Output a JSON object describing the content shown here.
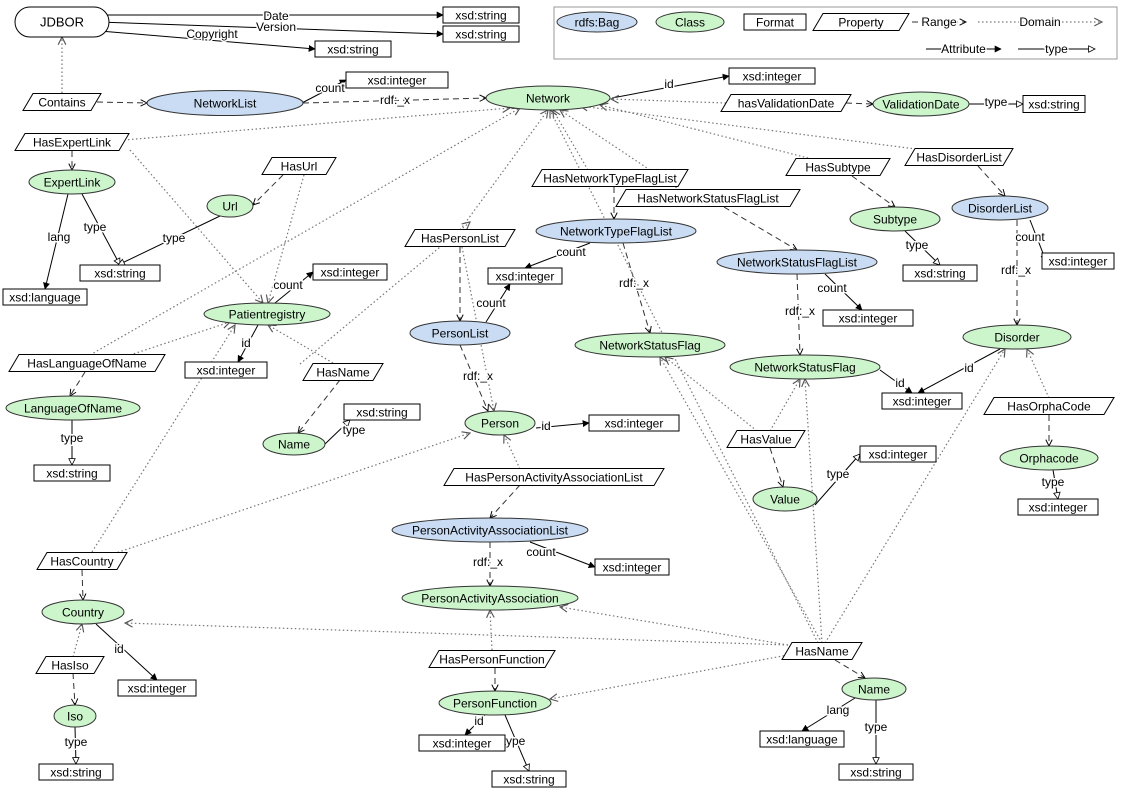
{
  "nodes": {
    "jdbor": {
      "label": "JDBOR",
      "kind": "root"
    },
    "date_t": {
      "label": "xsd:string",
      "kind": "format"
    },
    "version_t": {
      "label": "xsd:string",
      "kind": "format"
    },
    "copyright_t": {
      "label": "xsd:string",
      "kind": "format"
    },
    "contains": {
      "label": "Contains",
      "kind": "property"
    },
    "networklist": {
      "label": "NetworkList",
      "kind": "bag"
    },
    "nl_count_t": {
      "label": "xsd:integer",
      "kind": "format"
    },
    "network": {
      "label": "Network",
      "kind": "class"
    },
    "net_id_t": {
      "label": "xsd:integer",
      "kind": "format"
    },
    "hasvalidationdate": {
      "label": "hasValidationDate",
      "kind": "property"
    },
    "validationdate": {
      "label": "ValidationDate",
      "kind": "class"
    },
    "vd_type_t": {
      "label": "xsd:string",
      "kind": "format"
    },
    "hasexpertlink": {
      "label": "HasExpertLink",
      "kind": "property"
    },
    "expertlink": {
      "label": "ExpertLink",
      "kind": "class"
    },
    "xsd_language1": {
      "label": "xsd:language",
      "kind": "format"
    },
    "el_type_t": {
      "label": "xsd:string",
      "kind": "format"
    },
    "hasurl": {
      "label": "HasUrl",
      "kind": "property"
    },
    "url": {
      "label": "Url",
      "kind": "class"
    },
    "pr_count_t": {
      "label": "xsd:integer",
      "kind": "format"
    },
    "patientregistry": {
      "label": "Patientregistry",
      "kind": "class"
    },
    "pr_id_t": {
      "label": "xsd:integer",
      "kind": "format"
    },
    "haspersonlist": {
      "label": "HasPersonList",
      "kind": "property"
    },
    "personlist": {
      "label": "PersonList",
      "kind": "bag"
    },
    "pl_count_t": {
      "label": "xsd:integer",
      "kind": "format"
    },
    "hasnetworktypeflaglist": {
      "label": "HasNetworkTypeFlagList",
      "kind": "property"
    },
    "networktypeflaglist": {
      "label": "NetworkTypeFlagList",
      "kind": "bag"
    },
    "hasnetworkstatusflaglist": {
      "label": "HasNetworkStatusFlagList",
      "kind": "property"
    },
    "networkstatusflaglist": {
      "label": "NetworkStatusFlagList",
      "kind": "bag"
    },
    "nsfl_count_t": {
      "label": "xsd:integer",
      "kind": "format"
    },
    "networkstatusflag1": {
      "label": "NetworkStatusFlag",
      "kind": "class"
    },
    "networkstatusflag2": {
      "label": "NetworkStatusFlag",
      "kind": "class"
    },
    "hassubtype": {
      "label": "HasSubtype",
      "kind": "property"
    },
    "subtype": {
      "label": "Subtype",
      "kind": "class"
    },
    "st_type_t": {
      "label": "xsd:string",
      "kind": "format"
    },
    "hasdisorderlist": {
      "label": "HasDisorderList",
      "kind": "property"
    },
    "disorderlist": {
      "label": "DisorderList",
      "kind": "bag"
    },
    "dl_count_t": {
      "label": "xsd:integer",
      "kind": "format"
    },
    "disorder": {
      "label": "Disorder",
      "kind": "class"
    },
    "dis_id_t": {
      "label": "xsd:integer",
      "kind": "format"
    },
    "hasorphacode": {
      "label": "HasOrphaCode",
      "kind": "property"
    },
    "orphacode": {
      "label": "Orphacode",
      "kind": "class"
    },
    "oc_type_t": {
      "label": "xsd:integer",
      "kind": "format"
    },
    "haslanguageofname": {
      "label": "HasLanguageOfName",
      "kind": "property"
    },
    "languageofname": {
      "label": "LanguageOfName",
      "kind": "class"
    },
    "lon_type_t": {
      "label": "xsd:string",
      "kind": "format"
    },
    "hasname1": {
      "label": "HasName",
      "kind": "property"
    },
    "name1": {
      "label": "Name",
      "kind": "class"
    },
    "name1_type_t": {
      "label": "xsd:string",
      "kind": "format"
    },
    "person": {
      "label": "Person",
      "kind": "class"
    },
    "person_id_t": {
      "label": "xsd:integer",
      "kind": "format"
    },
    "hasvalue": {
      "label": "HasValue",
      "kind": "property"
    },
    "value": {
      "label": "Value",
      "kind": "class"
    },
    "value_type_t": {
      "label": "xsd:integer",
      "kind": "format"
    },
    "haspersonactivityassociationlist": {
      "label": "HasPersonActivityAssociationList",
      "kind": "property"
    },
    "personactivityassociationlist": {
      "label": "PersonActivityAssociationList",
      "kind": "bag"
    },
    "paal_count_t": {
      "label": "xsd:integer",
      "kind": "format"
    },
    "personactivityassociation": {
      "label": "PersonActivityAssociation",
      "kind": "class"
    },
    "hascountry": {
      "label": "HasCountry",
      "kind": "property"
    },
    "country": {
      "label": "Country",
      "kind": "class"
    },
    "country_id_t": {
      "label": "xsd:integer",
      "kind": "format"
    },
    "hasiso": {
      "label": "HasIso",
      "kind": "property"
    },
    "iso": {
      "label": "Iso",
      "kind": "class"
    },
    "iso_type_t": {
      "label": "xsd:string",
      "kind": "format"
    },
    "haspersonfunction": {
      "label": "HasPersonFunction",
      "kind": "property"
    },
    "personfunction": {
      "label": "PersonFunction",
      "kind": "class"
    },
    "pf_id_t": {
      "label": "xsd:integer",
      "kind": "format"
    },
    "pf_type_t": {
      "label": "xsd:string",
      "kind": "format"
    },
    "hasname2": {
      "label": "HasName",
      "kind": "property"
    },
    "name2": {
      "label": "Name",
      "kind": "class"
    },
    "xsd_language2": {
      "label": "xsd:language",
      "kind": "format"
    },
    "name2_type_t": {
      "label": "xsd:string",
      "kind": "format"
    }
  },
  "edges": [
    {
      "from": "jdbor",
      "to": "date_t",
      "kind": "attribute",
      "label": "Date"
    },
    {
      "from": "jdbor",
      "to": "version_t",
      "kind": "attribute",
      "label": "Version"
    },
    {
      "from": "jdbor",
      "to": "copyright_t",
      "kind": "attribute",
      "label": "Copyright"
    },
    {
      "from": "contains",
      "to": "jdbor",
      "kind": "domain"
    },
    {
      "from": "contains",
      "to": "networklist",
      "kind": "range"
    },
    {
      "from": "networklist",
      "to": "nl_count_t",
      "kind": "attribute",
      "label": "count"
    },
    {
      "from": "networklist",
      "to": "network",
      "kind": "range",
      "label": "rdf:_x"
    },
    {
      "from": "network",
      "to": "net_id_t",
      "kind": "attribute",
      "label": "id"
    },
    {
      "from": "hasvalidationdate",
      "to": "network",
      "kind": "domain"
    },
    {
      "from": "hasvalidationdate",
      "to": "validationdate",
      "kind": "range"
    },
    {
      "from": "validationdate",
      "to": "vd_type_t",
      "kind": "type",
      "label": "type"
    },
    {
      "from": "hasexpertlink",
      "to": "network",
      "kind": "domain"
    },
    {
      "from": "hasexpertlink",
      "to": "expertlink",
      "kind": "range"
    },
    {
      "from": "hasexpertlink",
      "to": "patientregistry",
      "kind": "domain"
    },
    {
      "from": "expertlink",
      "to": "xsd_language1",
      "kind": "attribute",
      "label": "lang"
    },
    {
      "from": "expertlink",
      "to": "el_type_t",
      "kind": "type",
      "label": "type"
    },
    {
      "from": "hasurl",
      "to": "url",
      "kind": "range"
    },
    {
      "from": "hasurl",
      "to": "patientregistry",
      "kind": "domain"
    },
    {
      "from": "url",
      "to": "el_type_t",
      "kind": "type",
      "label": "type"
    },
    {
      "from": "patientregistry",
      "to": "pr_count_t",
      "kind": "attribute",
      "label": "count"
    },
    {
      "from": "patientregistry",
      "to": "pr_id_t",
      "kind": "attribute",
      "label": "id"
    },
    {
      "from": "haspersonlist",
      "to": "network",
      "kind": "domain"
    },
    {
      "from": "haspersonlist",
      "to": "personlist",
      "kind": "range"
    },
    {
      "from": "personlist",
      "to": "pl_count_t",
      "kind": "attribute",
      "label": "count"
    },
    {
      "from": "personlist",
      "to": "person",
      "kind": "range",
      "label": "rdf:_x"
    },
    {
      "from": "hasnetworktypeflaglist",
      "to": "network",
      "kind": "domain"
    },
    {
      "from": "hasnetworktypeflaglist",
      "to": "networktypeflaglist",
      "kind": "range"
    },
    {
      "from": "networktypeflaglist",
      "to": "pl_count_t",
      "kind": "attribute",
      "label": "count"
    },
    {
      "from": "networktypeflaglist",
      "to": "networkstatusflag1",
      "kind": "range",
      "label": "rdf:_x"
    },
    {
      "from": "hasnetworkstatusflaglist",
      "to": "network",
      "kind": "domain"
    },
    {
      "from": "hasnetworkstatusflaglist",
      "to": "networkstatusflaglist",
      "kind": "range"
    },
    {
      "from": "networkstatusflaglist",
      "to": "nsfl_count_t",
      "kind": "attribute",
      "label": "count"
    },
    {
      "from": "networkstatusflaglist",
      "to": "networkstatusflag2",
      "kind": "range",
      "label": "rdf:_x"
    },
    {
      "from": "hassubtype",
      "to": "network",
      "kind": "domain"
    },
    {
      "from": "hassubtype",
      "to": "subtype",
      "kind": "range"
    },
    {
      "from": "subtype",
      "to": "st_type_t",
      "kind": "type",
      "label": "type"
    },
    {
      "from": "hasdisorderlist",
      "to": "network",
      "kind": "domain"
    },
    {
      "from": "hasdisorderlist",
      "to": "disorderlist",
      "kind": "range"
    },
    {
      "from": "disorderlist",
      "to": "dl_count_t",
      "kind": "attribute",
      "label": "count"
    },
    {
      "from": "disorderlist",
      "to": "disorder",
      "kind": "range",
      "label": "rdf:_x"
    },
    {
      "from": "networkstatusflag2",
      "to": "dis_id_t",
      "kind": "attribute",
      "label": "id"
    },
    {
      "from": "disorder",
      "to": "dis_id_t",
      "kind": "attribute",
      "label": "id"
    },
    {
      "from": "hasorphacode",
      "to": "disorder",
      "kind": "domain"
    },
    {
      "from": "hasorphacode",
      "to": "orphacode",
      "kind": "range"
    },
    {
      "from": "orphacode",
      "to": "oc_type_t",
      "kind": "type",
      "label": "type"
    },
    {
      "from": "haslanguageofname",
      "to": "network",
      "kind": "domain"
    },
    {
      "from": "haslanguageofname",
      "to": "patientregistry",
      "kind": "domain"
    },
    {
      "from": "haslanguageofname",
      "to": "languageofname",
      "kind": "range"
    },
    {
      "from": "languageofname",
      "to": "lon_type_t",
      "kind": "type",
      "label": "type"
    },
    {
      "from": "hasname1",
      "to": "patientregistry",
      "kind": "domain"
    },
    {
      "from": "hasname1",
      "to": "network",
      "kind": "domain"
    },
    {
      "from": "hasname1",
      "to": "name1",
      "kind": "range"
    },
    {
      "from": "name1",
      "to": "name1_type_t",
      "kind": "type",
      "label": "type"
    },
    {
      "from": "haspersonlist",
      "to": "person",
      "kind": "domain"
    },
    {
      "from": "person",
      "to": "person_id_t",
      "kind": "attribute",
      "label": "id"
    },
    {
      "from": "haspersonactivityassociationlist",
      "to": "person",
      "kind": "domain"
    },
    {
      "from": "haspersonactivityassociationlist",
      "to": "personactivityassociationlist",
      "kind": "range"
    },
    {
      "from": "personactivityassociationlist",
      "to": "paal_count_t",
      "kind": "attribute",
      "label": "count"
    },
    {
      "from": "personactivityassociationlist",
      "to": "personactivityassociation",
      "kind": "range",
      "label": "rdf:_x"
    },
    {
      "from": "hasvalue",
      "to": "networkstatusflag2",
      "kind": "domain"
    },
    {
      "from": "hasvalue",
      "to": "networkstatusflag1",
      "kind": "domain"
    },
    {
      "from": "hasvalue",
      "to": "value",
      "kind": "range"
    },
    {
      "from": "value",
      "to": "value_type_t",
      "kind": "type",
      "label": "type"
    },
    {
      "from": "hascountry",
      "to": "patientregistry",
      "kind": "domain"
    },
    {
      "from": "hascountry",
      "to": "person",
      "kind": "domain"
    },
    {
      "from": "hascountry",
      "to": "country",
      "kind": "range"
    },
    {
      "from": "country",
      "to": "country_id_t",
      "kind": "attribute",
      "label": "id"
    },
    {
      "from": "hasiso",
      "to": "country",
      "kind": "domain"
    },
    {
      "from": "hasiso",
      "to": "iso",
      "kind": "range"
    },
    {
      "from": "iso",
      "to": "iso_type_t",
      "kind": "type",
      "label": "type"
    },
    {
      "from": "haspersonfunction",
      "to": "personactivityassociation",
      "kind": "domain"
    },
    {
      "from": "haspersonfunction",
      "to": "personfunction",
      "kind": "range"
    },
    {
      "from": "personfunction",
      "to": "pf_id_t",
      "kind": "attribute",
      "label": "id"
    },
    {
      "from": "personfunction",
      "to": "pf_type_t",
      "kind": "type",
      "label": "type"
    },
    {
      "from": "hasname2",
      "to": "country",
      "kind": "domain"
    },
    {
      "from": "hasname2",
      "to": "personactivityassociation",
      "kind": "domain"
    },
    {
      "from": "hasname2",
      "to": "personfunction",
      "kind": "domain"
    },
    {
      "from": "hasname2",
      "to": "networkstatusflag1",
      "kind": "domain"
    },
    {
      "from": "hasname2",
      "to": "networkstatusflag2",
      "kind": "domain"
    },
    {
      "from": "hasname2",
      "to": "disorder",
      "kind": "domain"
    },
    {
      "from": "hasname2",
      "to": "network",
      "kind": "domain"
    },
    {
      "from": "hasname2",
      "to": "name2",
      "kind": "range"
    },
    {
      "from": "name2",
      "to": "xsd_language2",
      "kind": "attribute",
      "label": "lang"
    },
    {
      "from": "name2",
      "to": "name2_type_t",
      "kind": "type",
      "label": "type"
    }
  ],
  "legend": {
    "items": [
      {
        "label": "rdfs:Bag",
        "kind": "bag"
      },
      {
        "label": "Class",
        "kind": "class"
      },
      {
        "label": "Format",
        "kind": "format"
      },
      {
        "label": "Property",
        "kind": "property"
      }
    ],
    "edges": [
      {
        "label": "Range",
        "kind": "range"
      },
      {
        "label": "Domain",
        "kind": "domain"
      },
      {
        "label": "Attribute",
        "kind": "attribute"
      },
      {
        "label": "type",
        "kind": "type"
      }
    ]
  },
  "colors": {
    "class_fill": "#ccf5cc",
    "bag_fill": "#c9dcf3",
    "node_stroke": "#333333",
    "edge": "#000000",
    "domain_edge": "#777777"
  }
}
